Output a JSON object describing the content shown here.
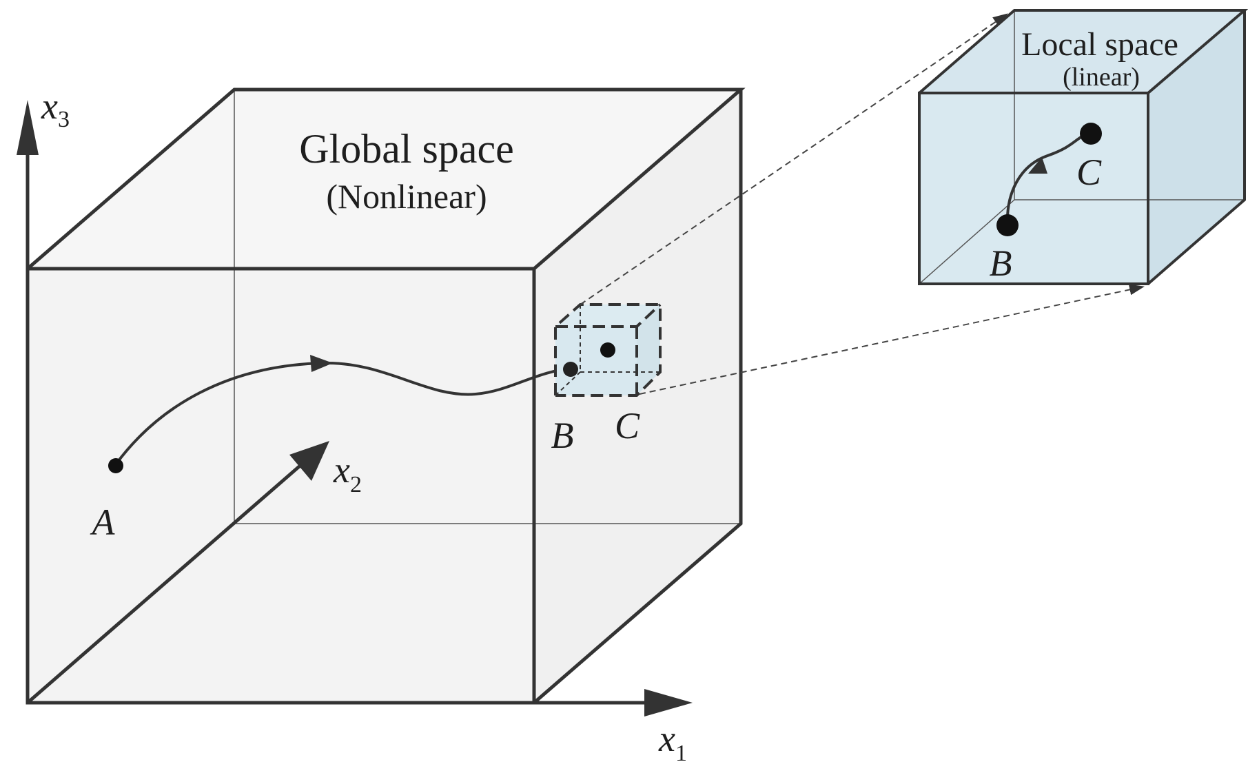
{
  "global_space": {
    "title": "Global space",
    "subtitle": "(Nonlinear)"
  },
  "local_space": {
    "title": "Local space",
    "subtitle": "(linear)"
  },
  "axes": {
    "x1": {
      "base": "x",
      "sub": "1"
    },
    "x2": {
      "base": "x",
      "sub": "2"
    },
    "x3": {
      "base": "x",
      "sub": "3"
    }
  },
  "points": {
    "a": "A",
    "b_global": "B",
    "c_global": "C",
    "b_local": "B",
    "c_local": "C"
  },
  "colors": {
    "line": "#333333",
    "box_fill": "#f4f4f4",
    "local_fill": "#d8e8ef",
    "text": "#1e1e1e"
  }
}
